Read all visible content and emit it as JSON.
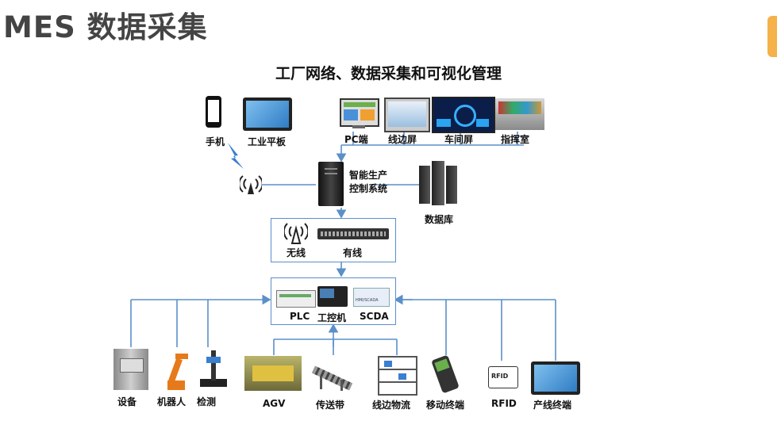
{
  "header": {
    "title": "MES 数据采集"
  },
  "diagram": {
    "title": "工厂网络、数据采集和可视化管理",
    "top_devices": {
      "phone": "手机",
      "tablet": "工业平板",
      "pc": "PC端",
      "line_screen": "线边屏",
      "workshop_screen": "车间屏",
      "command_room": "指挥室"
    },
    "server": {
      "line1": "智能生产",
      "line2": "控制系统"
    },
    "database": "数据库",
    "network": {
      "wireless": "无线",
      "wired": "有线"
    },
    "control": {
      "plc": "PLC",
      "ipc": "工控机",
      "scada": "SCDA",
      "scada_icon_text": "HMI/SCADA"
    },
    "field_devices": {
      "equipment": "设备",
      "robot": "机器人",
      "inspection": "检测",
      "agv": "AGV",
      "conveyor": "传送带",
      "line_logistics": "线边物流",
      "mobile_terminal": "移动终端",
      "rfid": "RFID",
      "rfid_tag": "RFID",
      "line_terminal": "产线终端"
    }
  },
  "colors": {
    "line": "#5b8fc9",
    "accent": "#f5b14a",
    "title": "#444444"
  }
}
